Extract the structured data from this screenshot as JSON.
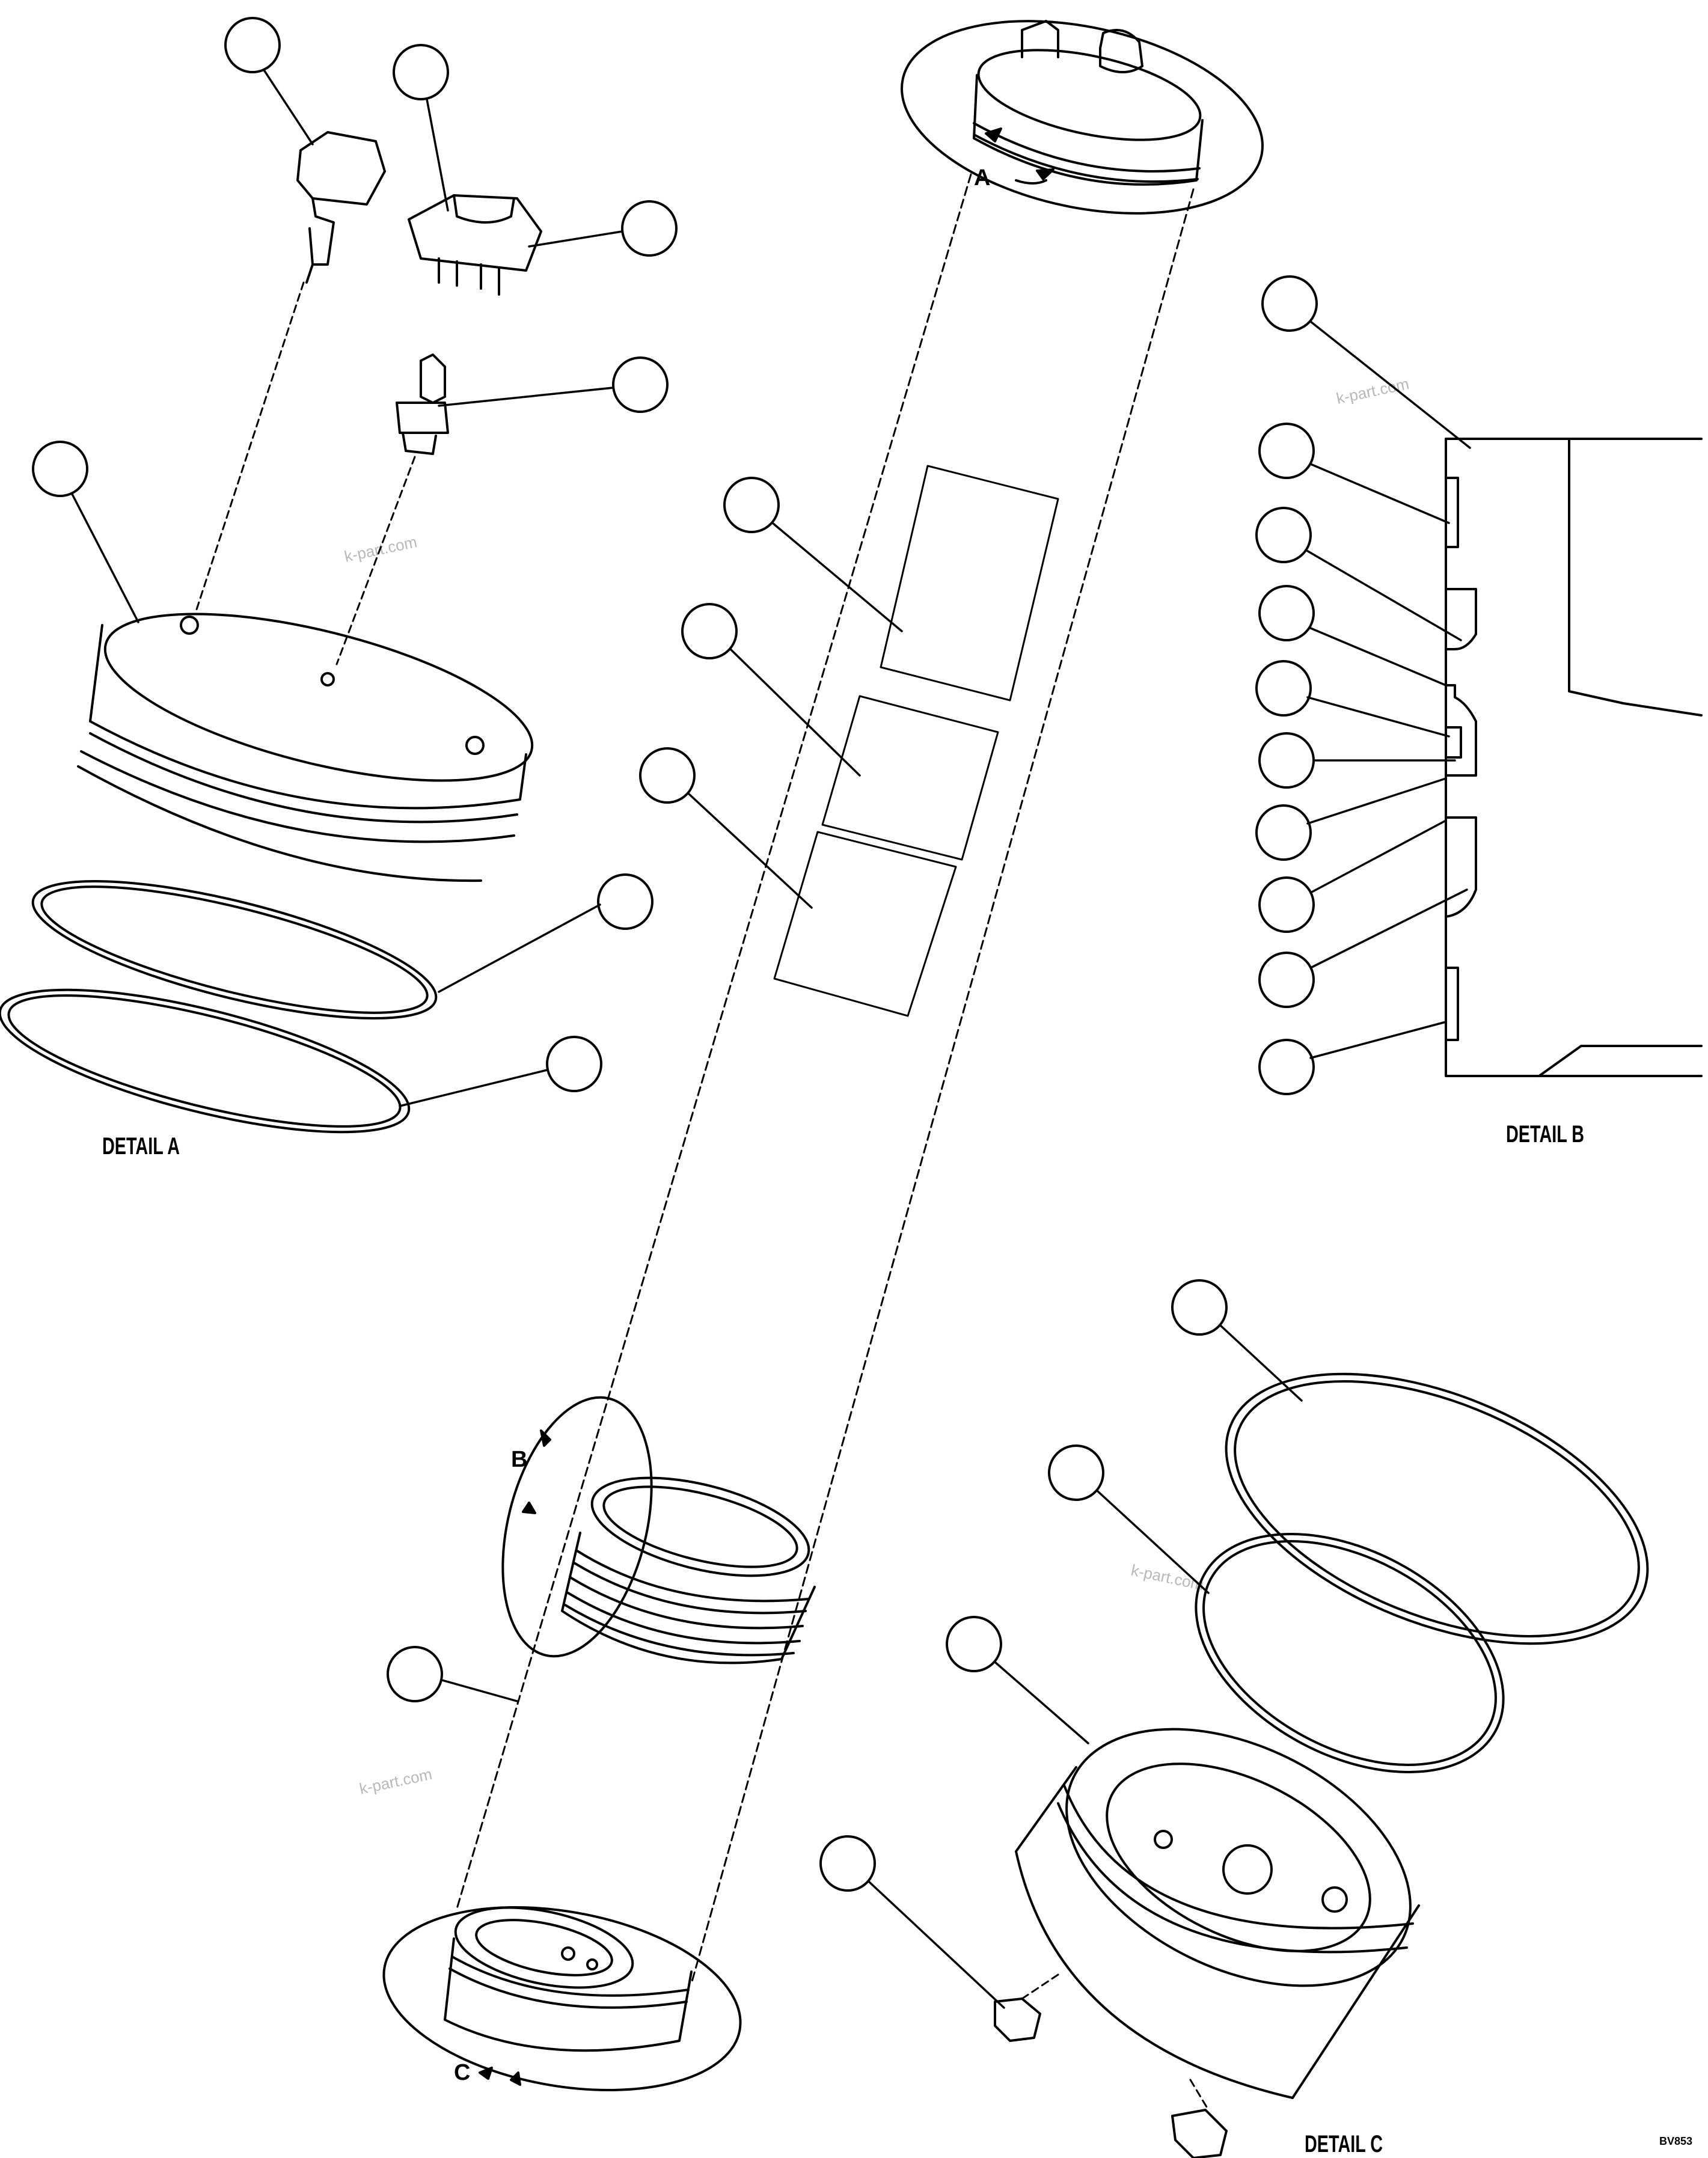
{
  "detail_labels": {
    "a": "DETAIL A",
    "b": "DETAIL B",
    "c": "DETAIL C"
  },
  "view_letters": {
    "a": "A",
    "b": "B",
    "c": "C"
  },
  "watermark": "k-part.com",
  "drawing_code": "BV853",
  "callout_count": 25
}
